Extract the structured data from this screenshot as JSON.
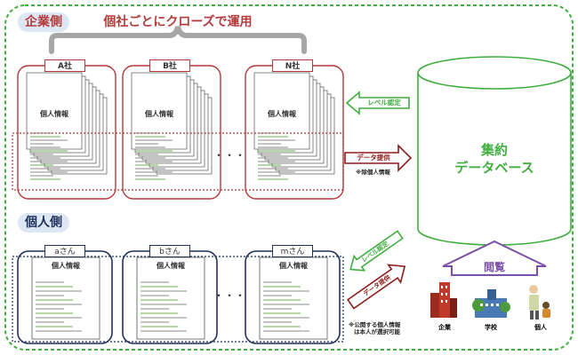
{
  "corporate": {
    "label": "企業側",
    "heading": "個社ごとにクローズで運用",
    "companies": [
      "A社",
      "B社",
      "N社"
    ],
    "doc_label": "個人情報",
    "ellipsis": "・・・"
  },
  "individual": {
    "label": "個人側",
    "persons": [
      "aさん",
      "bさん",
      "mさん"
    ],
    "doc_label": "個人情報",
    "ellipsis": "・・・"
  },
  "database": {
    "line1": "集約",
    "line2": "データベース"
  },
  "arrows": {
    "level_cert_top": "レベル認定",
    "data_provide_top": "データ提供",
    "note_top": "※除個人情報",
    "level_cert_bottom": "レベル認定",
    "data_provide_bottom": "データ提供",
    "note_bottom_1": "※公開する個人情報",
    "note_bottom_2": "は本人が選択可能"
  },
  "browse": {
    "label": "閲覧",
    "viewers": [
      "企業",
      "学校",
      "個人"
    ]
  },
  "colors": {
    "green": "#3fae3f",
    "corp_red": "#b33a3a",
    "indiv_navy": "#1f2f5c",
    "purple": "#7b4fa8",
    "pill_bg": "#dde6f3",
    "grey_bracket": "#a6a6a6"
  }
}
